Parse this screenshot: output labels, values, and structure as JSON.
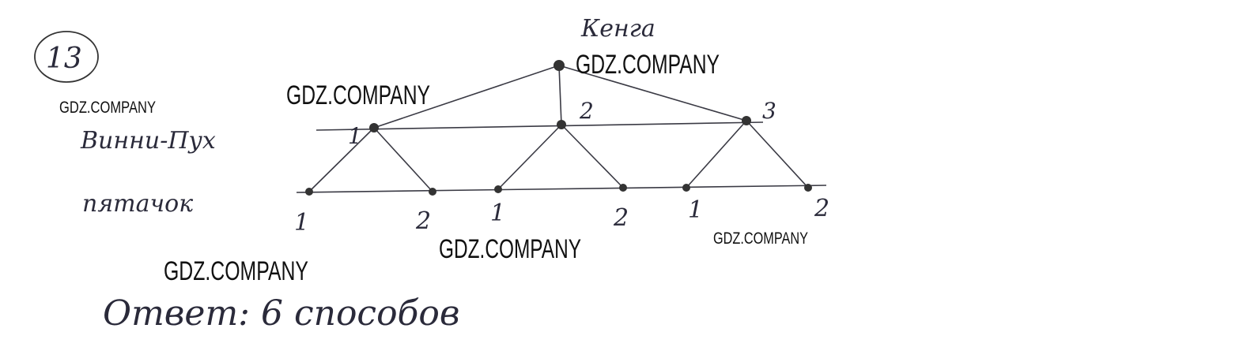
{
  "problem_number": "13",
  "root_label": "Кенга",
  "level1_label": "Винни-Пух",
  "level2_label": "пятачок",
  "level1_numbers": [
    "1",
    "2",
    "3"
  ],
  "level2_numbers": [
    "1",
    "2",
    "1",
    "2",
    "1",
    "2"
  ],
  "answer": "Ответ: 6 способов",
  "watermarks": [
    "GDZ.COMPANY",
    "GDZ.COMPANY",
    "GDZ.COMPANY",
    "GDZ.COMPANY",
    "GDZ.COMPANY",
    "GDZ.COMPANY"
  ],
  "colors": {
    "ink": "#2a2a3a",
    "watermark": "#111111"
  }
}
